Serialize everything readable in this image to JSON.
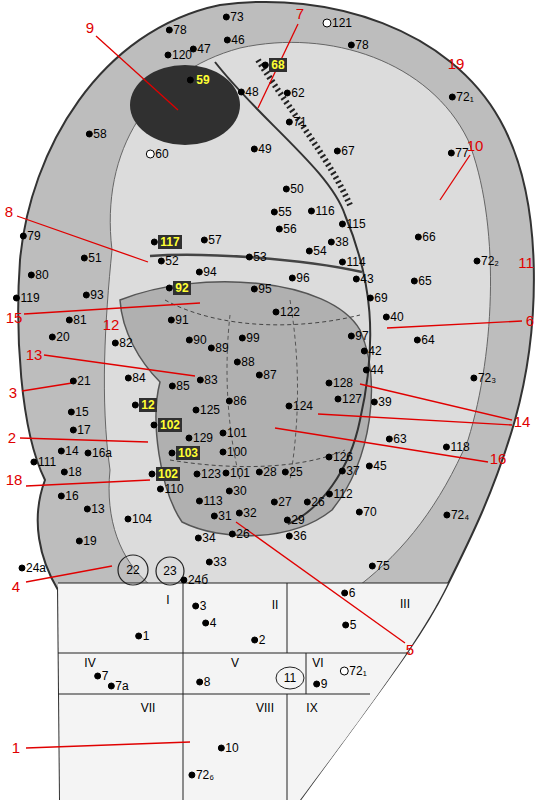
{
  "diagram": {
    "labels": [
      "7",
      "9",
      "19",
      "10",
      "8",
      "11",
      "15",
      "6",
      "13",
      "3",
      "14",
      "2",
      "16",
      "18",
      "4",
      "5",
      "1",
      "12",
      "73",
      "78",
      "121",
      "46",
      "78",
      "120",
      "47",
      "59",
      "68",
      "48",
      "62",
      "72₁",
      "71",
      "67",
      "77",
      "58",
      "60",
      "49",
      "50",
      "55",
      "116",
      "115",
      "56",
      "38",
      "54",
      "79",
      "51",
      "117",
      "57",
      "52",
      "53",
      "66",
      "72₂",
      "80",
      "114",
      "94",
      "96",
      "43",
      "119",
      "93",
      "92",
      "95",
      "65",
      "69",
      "81",
      "91",
      "122",
      "40",
      "20",
      "82",
      "90",
      "89",
      "99",
      "97",
      "64",
      "42",
      "88",
      "87",
      "128",
      "44",
      "72₃",
      "21",
      "84",
      "83",
      "85",
      "86",
      "124",
      "127",
      "39",
      "15",
      "12",
      "125",
      "17",
      "102",
      "129",
      "101",
      "63",
      "118",
      "111",
      "14",
      "16a",
      "103",
      "100",
      "126",
      "18",
      "102",
      "123",
      "101",
      "28",
      "25",
      "37",
      "45",
      "110",
      "16",
      "30",
      "112",
      "13",
      "113",
      "27",
      "26",
      "31",
      "32",
      "29",
      "70",
      "72₄",
      "104",
      "26",
      "36",
      "19",
      "34",
      "33",
      "24a",
      "22",
      "23",
      "24б",
      "75",
      "6",
      "I",
      "II",
      "III",
      "3",
      "5",
      "4",
      "1",
      "2",
      "IV",
      "V",
      "VI",
      "72₁",
      "7",
      "7a",
      "8",
      "11",
      "9",
      "VII",
      "VIII",
      "IX",
      "10",
      "72₆"
    ]
  }
}
